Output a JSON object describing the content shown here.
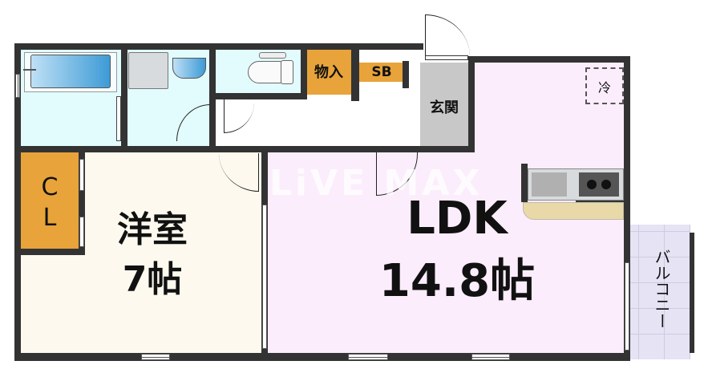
{
  "floorplan": {
    "rooms": {
      "western_room": {
        "name": "洋室",
        "size": "7帖",
        "color": "#fdf9ee"
      },
      "ldk": {
        "name": "LDK",
        "size": "14.8帖",
        "color": "#fcedfc"
      },
      "closet": {
        "label_line1": "C",
        "label_line2": "L",
        "color": "#e8a33a"
      },
      "storage": {
        "label": "物入",
        "color": "#e8a33a"
      },
      "shoe_box": {
        "label": "SB",
        "color": "#e8a33a"
      },
      "entrance": {
        "label": "玄関",
        "color": "#c8c8c8"
      },
      "balcony": {
        "label": "バルコニー",
        "color": "#e6e3f5"
      },
      "bath": {
        "color": "#e2fbfd"
      },
      "washroom": {
        "color": "#e2fbfd"
      },
      "toilet": {
        "color": "#e2fbfd"
      },
      "hallway": {
        "color": "#ffffff"
      }
    },
    "fixtures": {
      "fridge_space": {
        "label": "冷"
      },
      "kitchen_counter_color": "#ead9a8",
      "bathtub_color": "#5aaee0",
      "stove_color": "#555555"
    },
    "watermark": "LiVE MAX",
    "wall_color": "#333333"
  }
}
